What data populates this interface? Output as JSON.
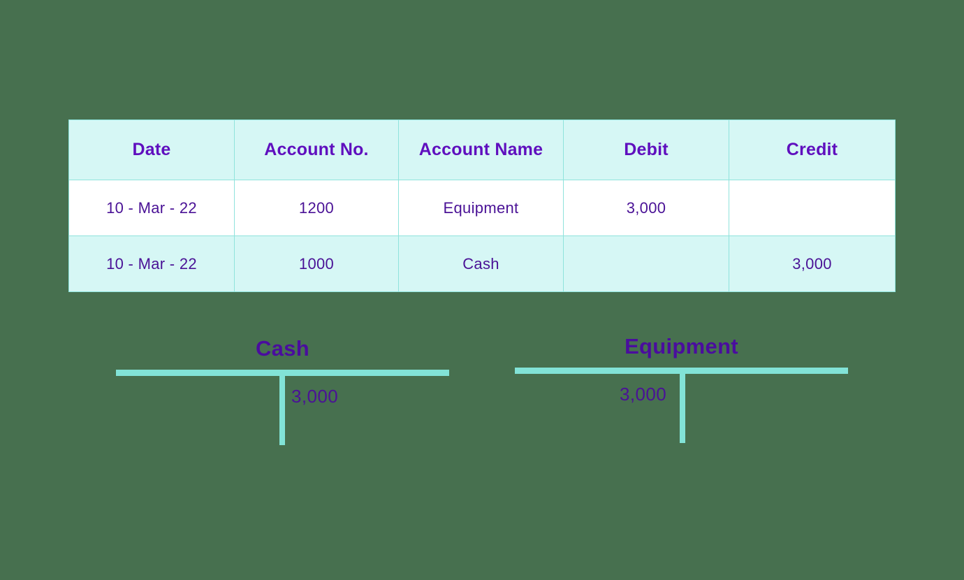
{
  "theme": {
    "background": "#47704f",
    "table_header_bg": "#d6f7f5",
    "table_row_alt_bg": "#d6f7f5",
    "table_row_bg": "#ffffff",
    "grid_line": "#8fe3dc",
    "header_text": "#5f0fbe",
    "body_text": "#4a1296",
    "t_account_line": "#82e3d7",
    "t_account_title": "#4a0d9e"
  },
  "journal": {
    "columns": [
      "Date",
      "Account No.",
      "Account Name",
      "Debit",
      "Credit"
    ],
    "rows": [
      {
        "date": "10 - Mar - 22",
        "account_no": "1200",
        "account_name": "Equipment",
        "debit": "3,000",
        "credit": ""
      },
      {
        "date": "10 - Mar - 22",
        "account_no": "1000",
        "account_name": "Cash",
        "debit": "",
        "credit": "3,000"
      }
    ]
  },
  "t_accounts": [
    {
      "title": "Cash",
      "debit_amount": "",
      "credit_amount": "3,000"
    },
    {
      "title": "Equipment",
      "debit_amount": "3,000",
      "credit_amount": ""
    }
  ]
}
